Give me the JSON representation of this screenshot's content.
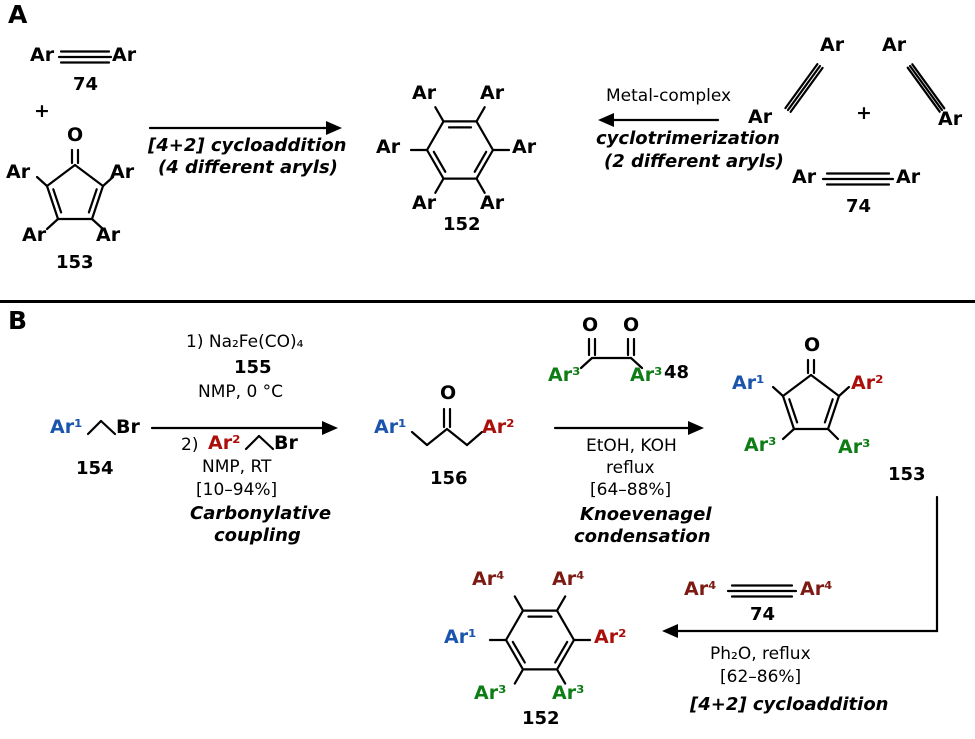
{
  "colors": {
    "ar1": "#1a54ad",
    "ar2": "#ab0f0c",
    "ar3": "#0f7d16",
    "ar4": "#7c1a13",
    "bond": "#000000"
  },
  "atoms": {
    "ar": "Ar",
    "ar1": "Ar¹",
    "ar2": "Ar²",
    "ar3": "Ar³",
    "ar4": "Ar⁴",
    "o": "O",
    "br": "Br",
    "plus": "+"
  },
  "panel_a": {
    "label": "A",
    "compound_74_left": "74",
    "compound_153": "153",
    "compound_152": "152",
    "compound_74_right": "74",
    "forward_caption_line1": "[4+2] cycloaddition",
    "forward_caption_line2": "(4 different aryls)",
    "reverse_condition": "Metal-complex",
    "reverse_caption_line1": "cyclotrimerization",
    "reverse_caption_line2": "(2 different aryls)"
  },
  "panel_b": {
    "label": "B",
    "compound_154": "154",
    "step1_line1": "1) Na₂Fe(CO)₄",
    "step1_number": "155",
    "step1_line2": "NMP, 0 °C",
    "step2_prefix": "2)",
    "step2_line2": "NMP, RT",
    "yield1": "[10–94%]",
    "reaction1_line1": "Carbonylative",
    "reaction1_line2": "coupling",
    "compound_156": "156",
    "compound_48": "48",
    "cond2_line1": "EtOH, KOH",
    "cond2_line2": "reflux",
    "yield2": "[64–88%]",
    "reaction2_line1": "Knoevenagel",
    "reaction2_line2": "condensation",
    "compound_153": "153",
    "compound_74": "74",
    "cond3_line1": "Ph₂O, reflux",
    "yield3": "[62–86%]",
    "reaction3": "[4+2] cycloaddition",
    "compound_152": "152"
  }
}
